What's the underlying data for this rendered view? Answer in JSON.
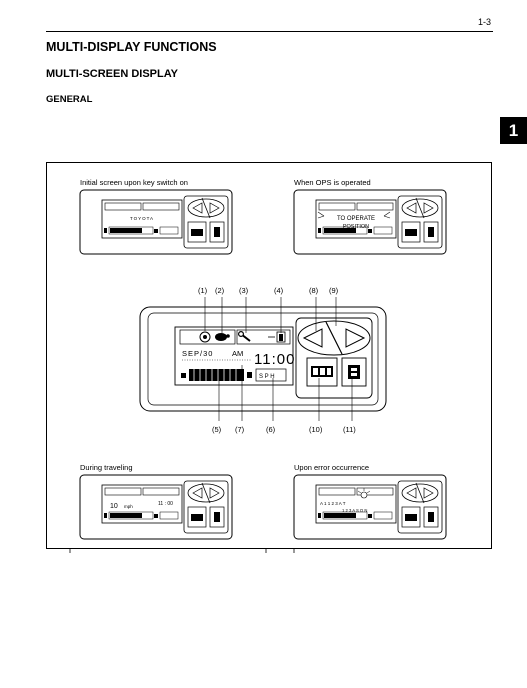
{
  "page": {
    "page_number": "1-3",
    "title": "MULTI-DISPLAY FUNCTIONS",
    "subtitle": "MULTI-SCREEN DISPLAY",
    "section": "GENERAL",
    "chapter_tab": "1"
  },
  "figure": {
    "captions": {
      "initial": "Initial screen upon key switch on",
      "ops": "When OPS is operated",
      "traveling": "During traveling",
      "error": "Upon error occurrence"
    },
    "panel_texts": {
      "initial_brand": "TOYOTA",
      "ops_line1": "TO OPERATE",
      "ops_line2": "POSITION",
      "travel_speed": "10",
      "travel_unit": "mph",
      "error_line1": "A 1  1 2 3  A T",
      "error_line2": "1 2 3 A S  O N"
    },
    "main_display": {
      "date": "SEP/30",
      "ampm": "AM",
      "time": "11:00"
    },
    "callouts_top": [
      "(1)",
      "(2)",
      "(3)",
      "(4)",
      "(8)",
      "(9)"
    ],
    "callouts_bottom": [
      "(5)",
      "(7)",
      "(6)",
      "(10)",
      "(11)"
    ]
  }
}
